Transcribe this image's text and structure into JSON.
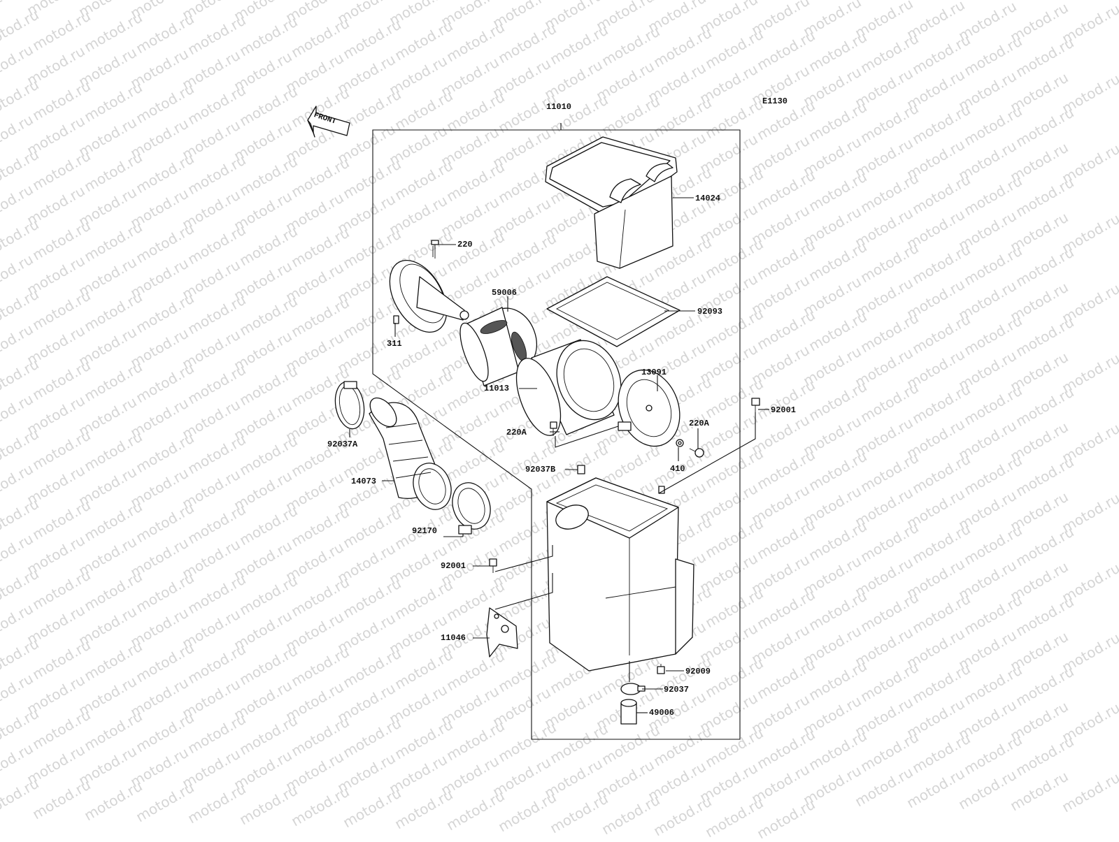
{
  "diagram": {
    "code": "E1130",
    "front_label": "FRONT",
    "watermark_text": "motod.ru",
    "parts": [
      {
        "id": "11010",
        "label": "11010"
      },
      {
        "id": "14024",
        "label": "14024"
      },
      {
        "id": "220",
        "label": "220"
      },
      {
        "id": "59006",
        "label": "59006"
      },
      {
        "id": "92093",
        "label": "92093"
      },
      {
        "id": "311",
        "label": "311"
      },
      {
        "id": "13091",
        "label": "13091"
      },
      {
        "id": "11013",
        "label": "11013"
      },
      {
        "id": "92001-a",
        "label": "92001"
      },
      {
        "id": "220A-a",
        "label": "220A"
      },
      {
        "id": "220A-b",
        "label": "220A"
      },
      {
        "id": "92037A",
        "label": "92037A"
      },
      {
        "id": "92037B",
        "label": "92037B"
      },
      {
        "id": "410",
        "label": "410"
      },
      {
        "id": "14073",
        "label": "14073"
      },
      {
        "id": "92170",
        "label": "92170"
      },
      {
        "id": "92001-b",
        "label": "92001"
      },
      {
        "id": "11046",
        "label": "11046"
      },
      {
        "id": "92009",
        "label": "92009"
      },
      {
        "id": "92037",
        "label": "92037"
      },
      {
        "id": "49006",
        "label": "49006"
      }
    ]
  }
}
